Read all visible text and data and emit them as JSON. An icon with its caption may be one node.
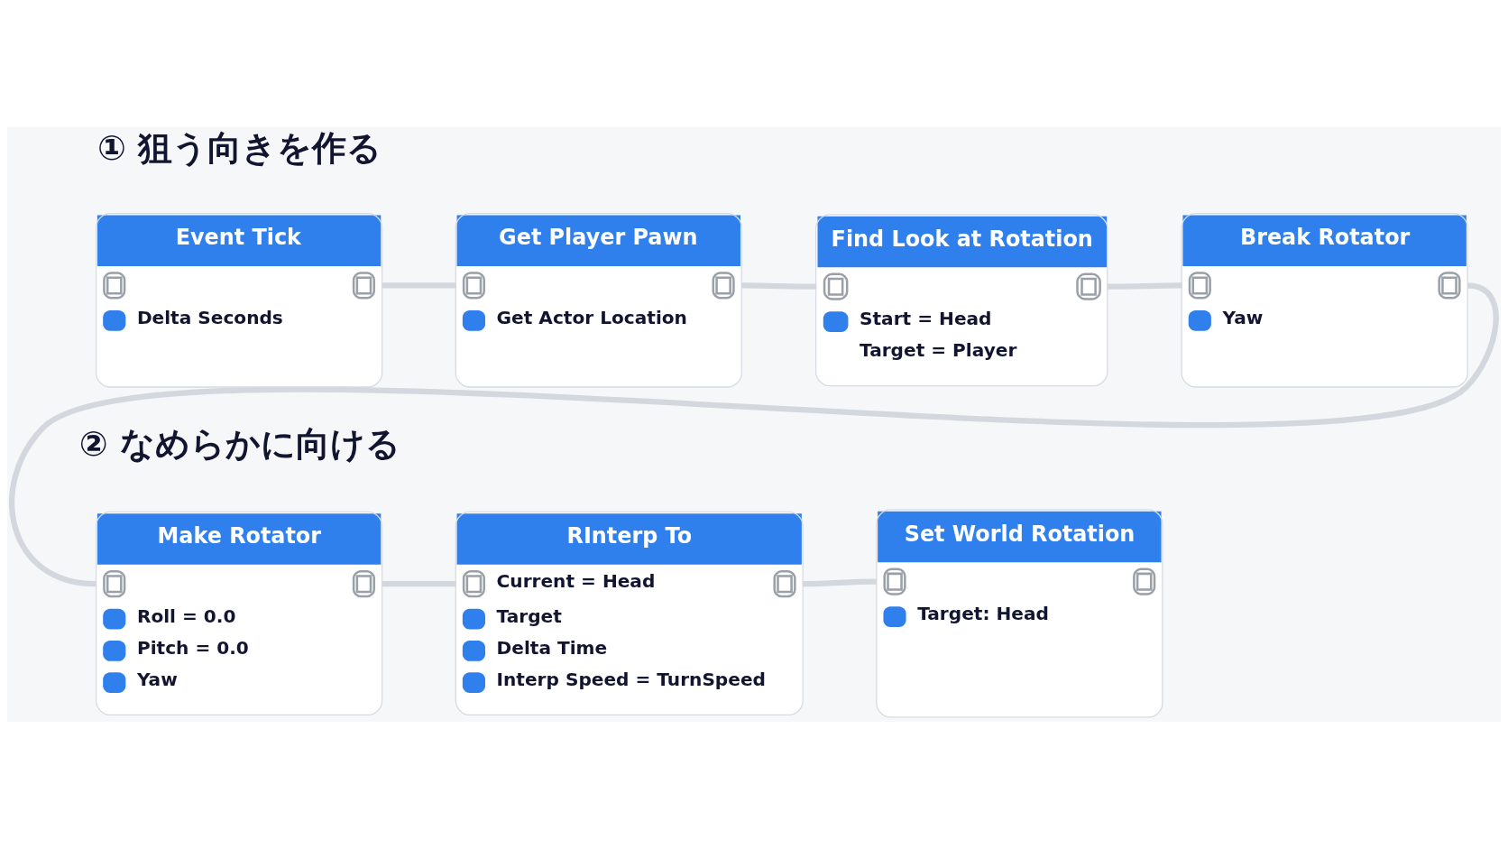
{
  "diagram": {
    "nodes": [
      {
        "text": [
          "Event Tick",
          "Delta Seconds"
        ]
      },
      {
        "text": [
          "Get Player Pawn",
          "Get Actor Location"
        ]
      },
      {
        "text": [
          "Find Look at Rotation",
          "Start = Head",
          "Target = Player"
        ]
      },
      {
        "text": [
          "Break Rotator",
          "Yaw"
        ]
      },
      {
        "text": [
          "Make Rotator",
          "Roll = 0.0",
          "Pitch = 0.0",
          "Yaw"
        ]
      },
      {
        "text": [
          "RInterp To",
          "Current = Head",
          "Target",
          "Delta Time",
          "Interp Speed = TurnSpeed"
        ]
      },
      {
        "text": [
          "Set World Rotation",
          "Target: Head"
        ]
      }
    ],
    "edges": [
      {
        "from": 0,
        "to": 1,
        "arrow": "none"
      },
      {
        "from": 1,
        "to": 2,
        "arrow": "none"
      },
      {
        "from": 2,
        "to": 3,
        "arrow": "none"
      },
      {
        "from": 3,
        "to": 4,
        "arrow": "none"
      },
      {
        "from": 4,
        "to": 5,
        "arrow": "none"
      },
      {
        "from": 5,
        "to": 6,
        "arrow": "none"
      }
    ],
    "labels": [
      "① 狙う向きを作る",
      "② なめらかに向ける"
    ]
  }
}
